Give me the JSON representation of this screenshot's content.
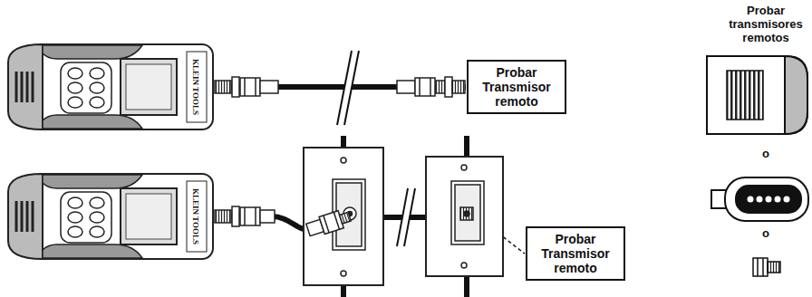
{
  "diagram": {
    "nodes": [
      {
        "text": [
          "KLEIN TOOLS"
        ]
      },
      {
        "text": [
          "Probar Transmisor remoto"
        ]
      },
      {
        "text": [
          "KLEIN TOOLS"
        ]
      },
      {
        "text": [
          "Probar Transmisor remoto"
        ]
      }
    ],
    "edges": [
      {
        "from": 0,
        "to": 1,
        "arrow": "none"
      },
      {
        "from": 2,
        "to": 3,
        "arrow": "none"
      }
    ],
    "labels": [
      "Probar transmisores remotos",
      "o",
      "o"
    ]
  }
}
